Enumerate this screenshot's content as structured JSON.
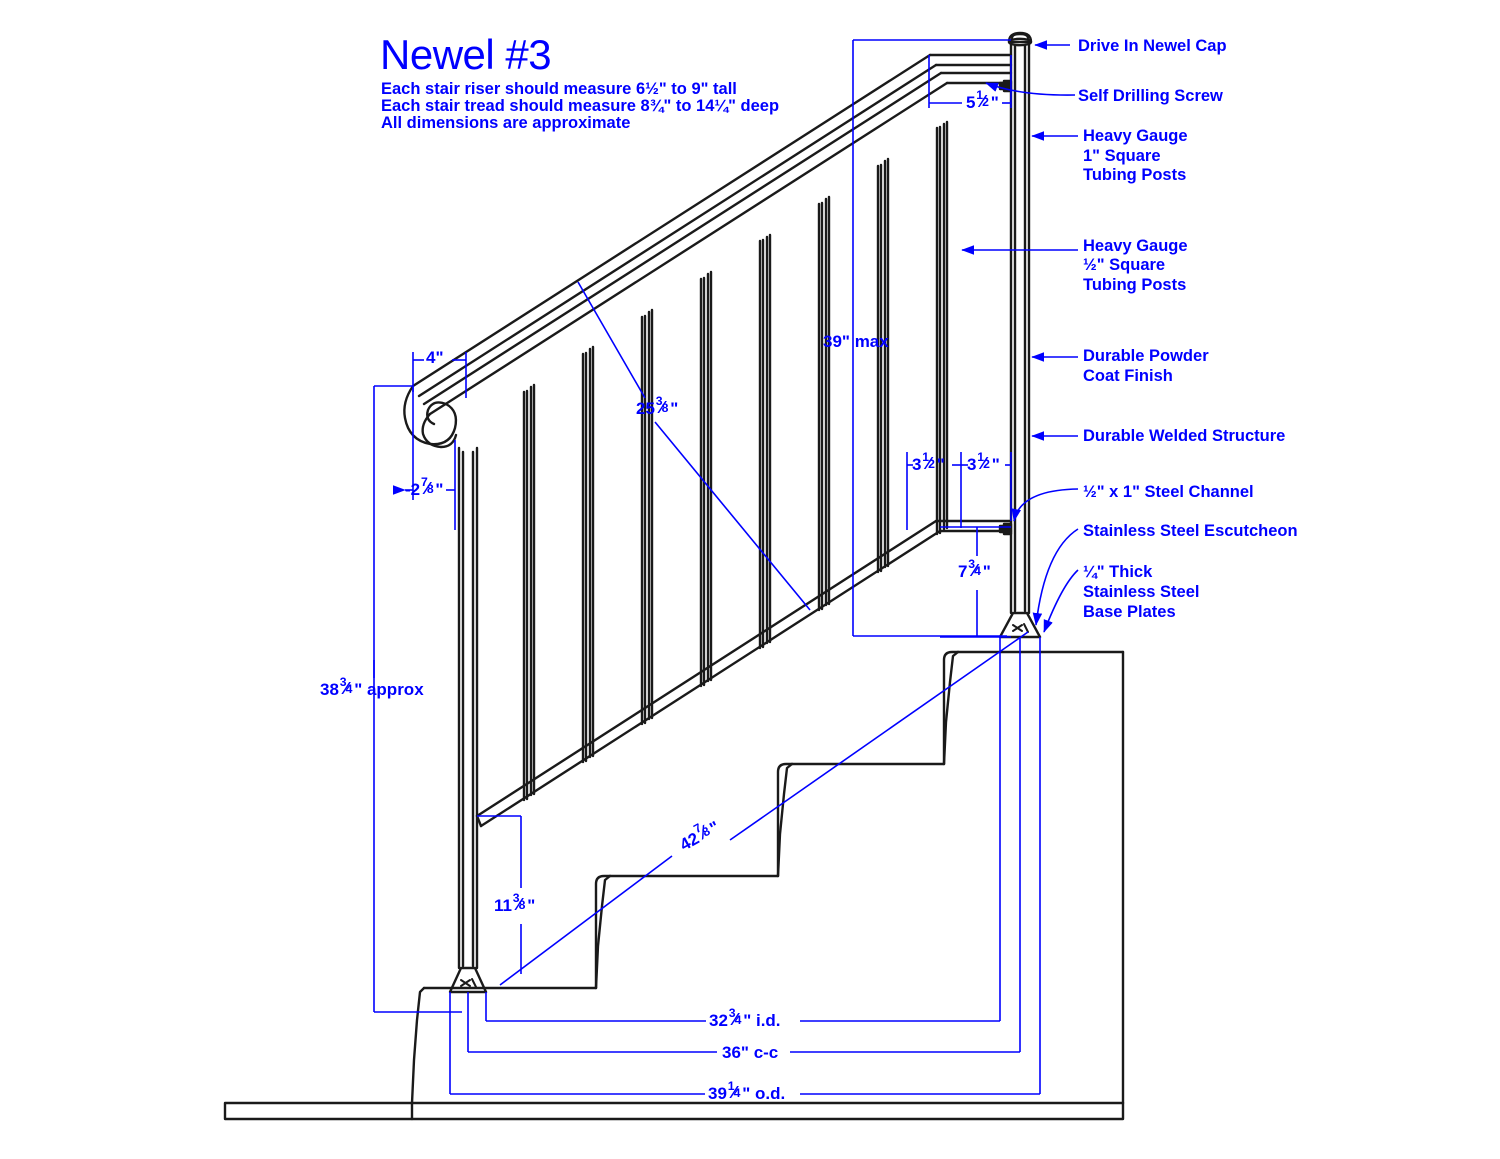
{
  "drawing": {
    "title": "Newel #3",
    "notes": [
      "Each stair riser should measure 6½\" to 9\" tall",
      "Each stair tread should measure 8¾\" to 14¼\" deep",
      "All dimensions are approximate"
    ],
    "line_color": "#0000ff",
    "geometry_color": "#1a1a1a",
    "background": "#ffffff"
  },
  "callouts": [
    {
      "id": "drive-in-newel-cap",
      "label": "Drive In Newel Cap"
    },
    {
      "id": "self-drilling-screw",
      "label": "Self Drilling Screw"
    },
    {
      "id": "heavy-gauge-1in-post-l1",
      "label": "Heavy Gauge"
    },
    {
      "id": "heavy-gauge-1in-post-l2",
      "label": "1\" Square"
    },
    {
      "id": "heavy-gauge-1in-post-l3",
      "label": "Tubing Posts"
    },
    {
      "id": "heavy-gauge-half-post-l1",
      "label": "Heavy Gauge"
    },
    {
      "id": "heavy-gauge-half-post-l2",
      "label": "½\" Square"
    },
    {
      "id": "heavy-gauge-half-post-l3",
      "label": "Tubing Posts"
    },
    {
      "id": "powder-coat-l1",
      "label": "Durable Powder"
    },
    {
      "id": "powder-coat-l2",
      "label": "Coat Finish"
    },
    {
      "id": "welded-structure",
      "label": "Durable Welded Structure"
    },
    {
      "id": "steel-channel",
      "label": "½\" x 1\" Steel Channel"
    },
    {
      "id": "escutcheon",
      "label": "Stainless Steel Escutcheon"
    },
    {
      "id": "base-plate-l1",
      "label": "¼\" Thick"
    },
    {
      "id": "base-plate-l2",
      "label": "Stainless Steel"
    },
    {
      "id": "base-plate-l3",
      "label": "Base Plates"
    }
  ],
  "dimensions": {
    "newel_offset": {
      "whole": "5",
      "num": "1",
      "den": "2",
      "unit": "\""
    },
    "rail_height_max": {
      "text": "39\" max"
    },
    "baluster_space_a": {
      "whole": "3",
      "num": "1",
      "den": "2",
      "unit": "\""
    },
    "baluster_space_b": {
      "whole": "3",
      "num": "1",
      "den": "2",
      "unit": "\""
    },
    "channel_to_plate": {
      "whole": "7",
      "num": "3",
      "den": "4",
      "unit": "\""
    },
    "volute_width": {
      "text": "4\""
    },
    "volute_drop": {
      "whole": "-2",
      "num": "7",
      "den": "8",
      "unit": "\""
    },
    "rail_length": {
      "whole": "25",
      "num": "3",
      "den": "8",
      "unit": "\""
    },
    "overall_height": {
      "whole": "38",
      "num": "3",
      "den": "4",
      "unit": "\" approx"
    },
    "diagonal_run": {
      "whole": "42",
      "num": "7",
      "den": "8",
      "unit": "\""
    },
    "post_to_channel": {
      "whole": "11",
      "num": "3",
      "den": "8",
      "unit": "\""
    },
    "inside_dim": {
      "whole": "32",
      "num": "3",
      "den": "4",
      "unit": "\" i.d."
    },
    "center_dim": {
      "text": "36\" c-c"
    },
    "outside_dim": {
      "whole": "39",
      "num": "1",
      "den": "4",
      "unit": "\" o.d."
    }
  },
  "icons": {
    "newel_cap": "newel-cap-icon",
    "screw": "self-drilling-screw-icon",
    "escutcheon": "escutcheon-icon"
  }
}
